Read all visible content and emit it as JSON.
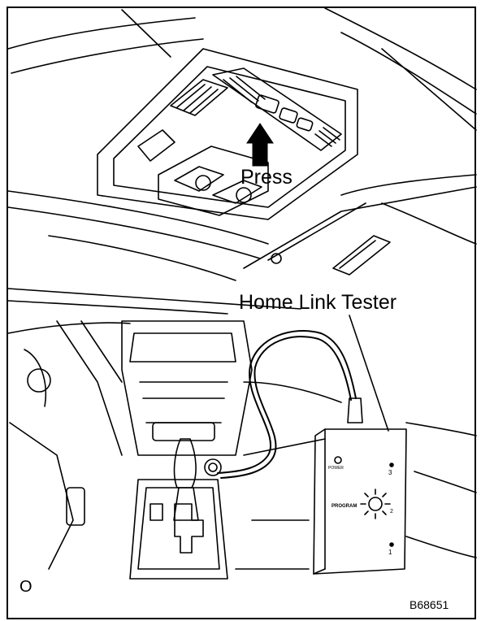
{
  "labels": {
    "press": "Press",
    "tester": "Home Link Tester",
    "corner": "O",
    "code": "B68651"
  },
  "device": {
    "power": "POWER",
    "program": "PROGRAM",
    "button_top": "3",
    "button_bottom": "1",
    "button_side": "2"
  },
  "colors": {
    "line": "#000000",
    "background": "#ffffff"
  }
}
